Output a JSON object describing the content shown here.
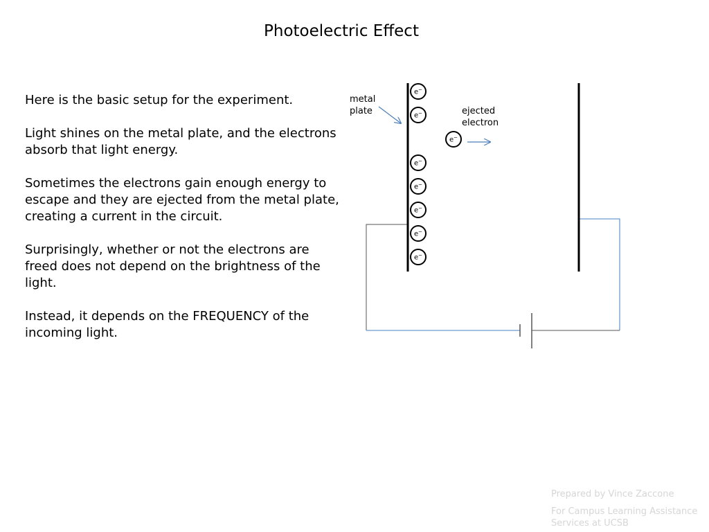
{
  "title": "Photoelectric Effect",
  "paragraphs": [
    "Here is the basic setup for the experiment.",
    "Light shines on the metal plate, and the electrons absorb that light energy.",
    "Sometimes the electrons gain enough energy to escape and they are ejected from the metal plate, creating a current in the circuit.",
    "Surprisingly, whether or not the electrons are freed does not depend on the brightness of the light.",
    "Instead, it depends on the FREQUENCY of the incoming light."
  ],
  "diagram": {
    "metal_plate_label": [
      "metal",
      "plate"
    ],
    "ejected_electron_label": [
      "ejected",
      "electron"
    ],
    "electron_symbol": "e",
    "electron_charge": "−",
    "plate_electron_count": 7,
    "colors": {
      "wire": "#6b9bd1",
      "plate": "#000000",
      "arrow": "#4a7ebb"
    }
  },
  "credits": {
    "line1": "Prepared by Vince Zaccone",
    "line2": "For Campus Learning Assistance Services at UCSB"
  }
}
